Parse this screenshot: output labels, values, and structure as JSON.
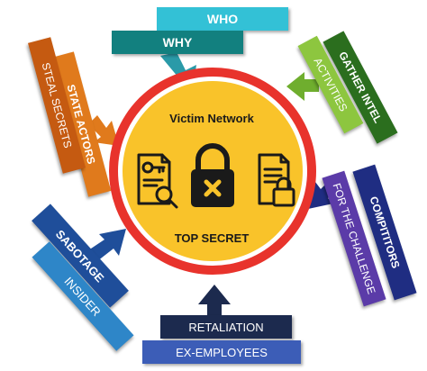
{
  "center": {
    "title": "Victim Network",
    "subtitle": "TOP SECRET"
  },
  "labels": {
    "who": "WHO",
    "why": "WHY",
    "gather_intel": "GATHER INTEL",
    "activities": "ACTIVITIES",
    "state_actors": "STATE ACTORS",
    "steal_secrets": "STEAL SECRETS",
    "competitors": "COMPITITORS",
    "for_the_challenge": "FOR THE CHALLENGE",
    "sabotage": "SABOTAGE",
    "insider": "INSIDER",
    "retaliation": "RETALIATION",
    "ex_employees": "EX-EMPLOYEES"
  },
  "icons": [
    "document-key-search-icon",
    "padlock-icon",
    "document-lock-icon"
  ],
  "colors": {
    "circle_fill": "#F9C32A",
    "circle_ring": "#E8332C",
    "who": "#33C1D6",
    "why": "#12807F",
    "gather": "#2B6E1E",
    "activities": "#8DC63F",
    "state_actors": "#E07A1C",
    "steal_secrets": "#C55A11",
    "competitors": "#1F2D82",
    "challenge": "#5B3BA8",
    "sabotage": "#1F4E9A",
    "insider": "#2E86C8",
    "retaliation": "#1C2A4E",
    "ex_employees": "#3C5DB7"
  }
}
